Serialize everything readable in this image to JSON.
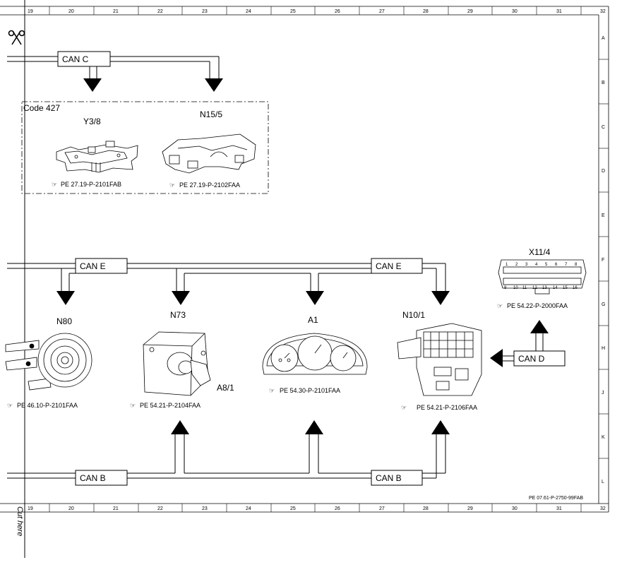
{
  "ruler": {
    "columns": [
      "19",
      "20",
      "21",
      "22",
      "23",
      "24",
      "25",
      "26",
      "27",
      "28",
      "29",
      "30",
      "31",
      "32"
    ],
    "rows": [
      "A",
      "B",
      "C",
      "D",
      "E",
      "F",
      "G",
      "H",
      "J",
      "K",
      "L"
    ]
  },
  "bus_labels": {
    "can_c": "CAN C",
    "can_e_left": "CAN E",
    "can_e_right": "CAN E",
    "can_b_left": "CAN B",
    "can_b_right": "CAN B",
    "can_d": "CAN D"
  },
  "code_box": {
    "label": "Code 427"
  },
  "components": {
    "y3_8": {
      "id": "Y3/8",
      "ref": "PE 27.19-P-2101FAB"
    },
    "n15_5": {
      "id": "N15/5",
      "ref": "PE 27.19-P-2102FAA"
    },
    "n80": {
      "id": "N80",
      "ref": "PE 46.10-P-2101FAA"
    },
    "n73": {
      "id": "N73",
      "ref": "PE 54.21-P-2104FAA"
    },
    "a8_1": {
      "id": "A8/1"
    },
    "a1": {
      "id": "A1",
      "ref": "PE 54.30-P-2101FAA"
    },
    "n10_1": {
      "id": "N10/1",
      "ref": "PE 54.21-P-2106FAA"
    },
    "x11_4": {
      "id": "X11/4",
      "ref": "PE 54.22-P-2000FAA",
      "pins_top": [
        "1",
        "2",
        "3",
        "4",
        "5",
        "6",
        "7",
        "8"
      ],
      "pins_bottom": [
        "9",
        "10",
        "11",
        "12",
        "13",
        "14",
        "15",
        "16"
      ]
    }
  },
  "footer": {
    "doc_ref": "PE 07.61-P-2750-99FAB",
    "cut_here": "Cut here"
  },
  "icons": {
    "scissors": "scissors-icon",
    "reference": "pointing-hand-icon"
  }
}
